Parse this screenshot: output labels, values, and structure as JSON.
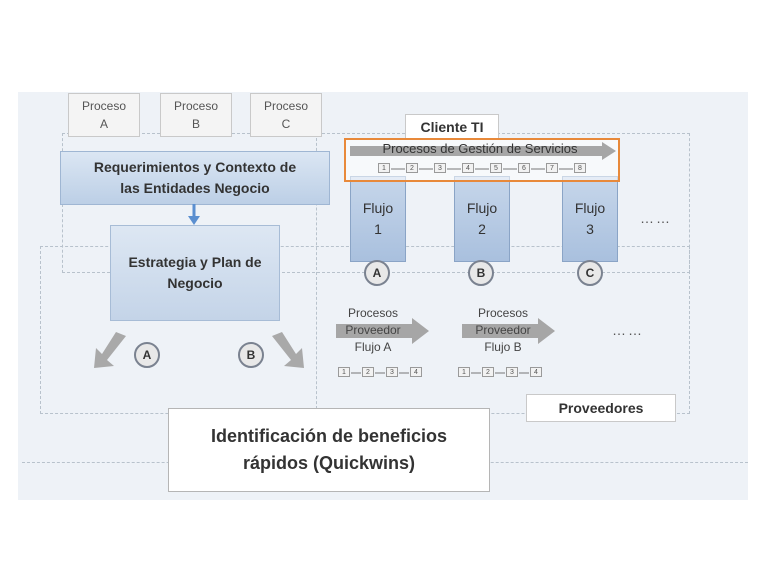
{
  "procesos_top": [
    {
      "line1": "Proceso",
      "line2": "A"
    },
    {
      "line1": "Proceso",
      "line2": "B"
    },
    {
      "line1": "Proceso",
      "line2": "C"
    }
  ],
  "requerimientos": {
    "line1": "Requerimientos  y Contexto de",
    "line2": "las Entidades Negocio"
  },
  "cliente_ti": "Cliente TI",
  "gestion_servicios": "Procesos de Gestión de Servicios",
  "gestion_steps": [
    "1",
    "2",
    "3",
    "4",
    "5",
    "6",
    "7",
    "8"
  ],
  "estrategia": {
    "line1": "Estrategia y Plan de",
    "line2": "Negocio"
  },
  "flujos": [
    {
      "line1": "Flujo",
      "line2": "1",
      "badge": "A"
    },
    {
      "line1": "Flujo",
      "line2": "2",
      "badge": "B"
    },
    {
      "line1": "Flujo",
      "line2": "3",
      "badge": "C"
    }
  ],
  "flujo_ellipsis": "……",
  "left_badges": [
    "A",
    "B"
  ],
  "proveedor_procesos": [
    {
      "line1": "Procesos",
      "line2": "Proveedor",
      "line3": "Flujo A",
      "steps": [
        "1",
        "2",
        "3",
        "4"
      ]
    },
    {
      "line1": "Procesos",
      "line2": "Proveedor",
      "line3": "Flujo B",
      "steps": [
        "1",
        "2",
        "3",
        "4"
      ]
    }
  ],
  "proveedor_ellipsis": "……",
  "proveedores": "Proveedores",
  "identificacion": {
    "line1": "Identificación de beneficios",
    "line2": "rápidos (Quickwins)"
  }
}
